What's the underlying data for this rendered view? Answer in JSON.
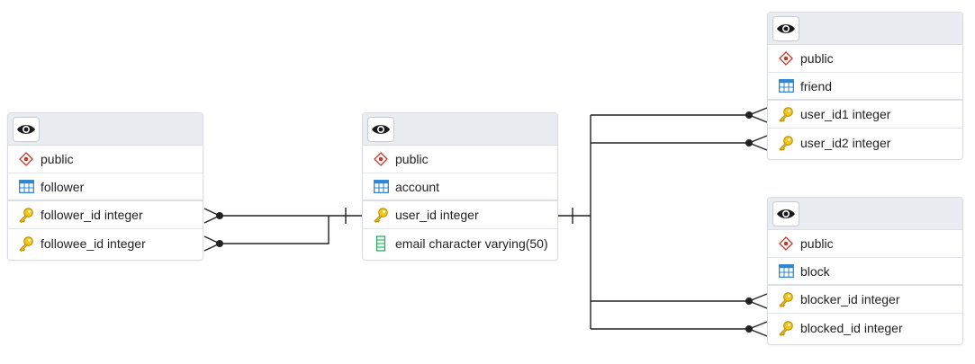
{
  "icons": {
    "visibility": "eye-icon",
    "schema": "schema-diamond-icon",
    "table": "table-grid-icon",
    "primary_key": "key-icon",
    "column": "column-icon"
  },
  "colors": {
    "header_bg": "#e9ecf1",
    "border": "#d9dde3",
    "schema_icon": "#c0392b",
    "table_icon": "#2f86d1",
    "key_icon": "#e2b203",
    "column_icon": "#2ea36b",
    "edge": "#222222"
  },
  "tables": {
    "follower": {
      "schema": "public",
      "name": "follower",
      "columns": [
        {
          "label": "follower_id integer",
          "icon": "key-icon"
        },
        {
          "label": "followee_id integer",
          "icon": "key-icon"
        }
      ]
    },
    "account": {
      "schema": "public",
      "name": "account",
      "columns": [
        {
          "label": "user_id integer",
          "icon": "key-icon"
        },
        {
          "label": "email character varying(50)",
          "icon": "column-icon"
        }
      ]
    },
    "friend": {
      "schema": "public",
      "name": "friend",
      "columns": [
        {
          "label": "user_id1 integer",
          "icon": "key-icon"
        },
        {
          "label": "user_id2 integer",
          "icon": "key-icon"
        }
      ]
    },
    "block": {
      "schema": "public",
      "name": "block",
      "columns": [
        {
          "label": "blocker_id integer",
          "icon": "key-icon"
        },
        {
          "label": "blocked_id integer",
          "icon": "key-icon"
        }
      ]
    }
  }
}
